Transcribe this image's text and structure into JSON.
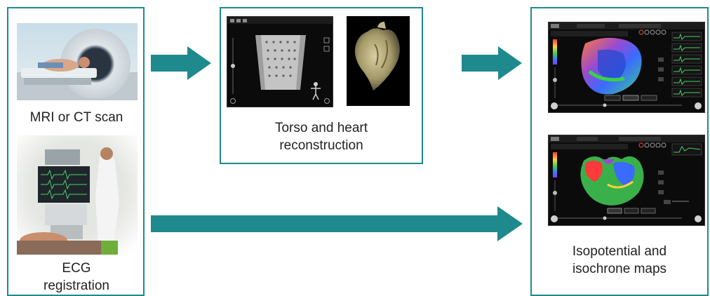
{
  "steps": {
    "scan_label": "MRI or CT scan",
    "ecg_label_line1": "ECG",
    "ecg_label_line2": "registration",
    "recon_label_line1": "Torso and heart",
    "recon_label_line2": "reconstruction",
    "maps_label_line1": "Isopotential and",
    "maps_label_line2": "isochrone maps"
  },
  "colors": {
    "frame": "#1e8a8e",
    "arrow": "#1e8a8e"
  }
}
